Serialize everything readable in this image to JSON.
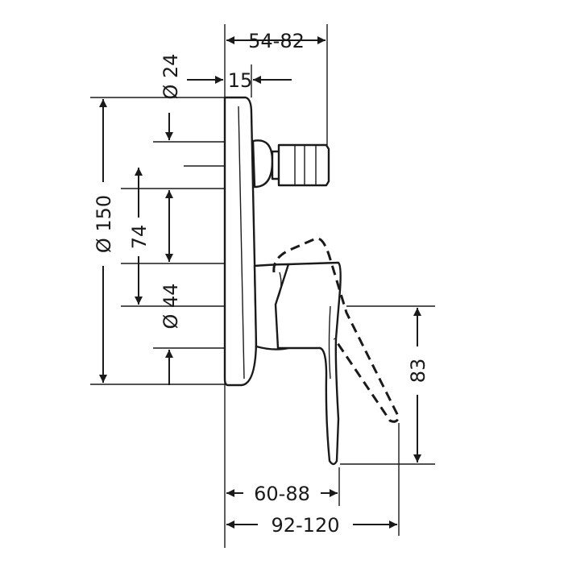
{
  "dimensions": {
    "depth_range_top": "54-82",
    "cover_thickness": "15",
    "outlet_diameter": "Ø 24",
    "plate_diameter": "Ø 150",
    "center_spacing": "74",
    "hub_diameter": "Ø 44",
    "lever_height": "83",
    "lever_depth_range": "60-88",
    "overall_depth_range": "92-120"
  },
  "colors": {
    "line": "#1a1a1a",
    "background": "#ffffff"
  }
}
